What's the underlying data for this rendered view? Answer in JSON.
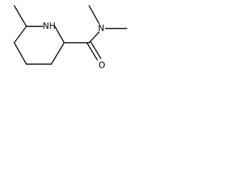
{
  "molecule": {
    "atoms": {
      "ring_nitrogen": "NH",
      "amide_nitrogen": "N",
      "carbonyl_oxygen": "O"
    }
  }
}
